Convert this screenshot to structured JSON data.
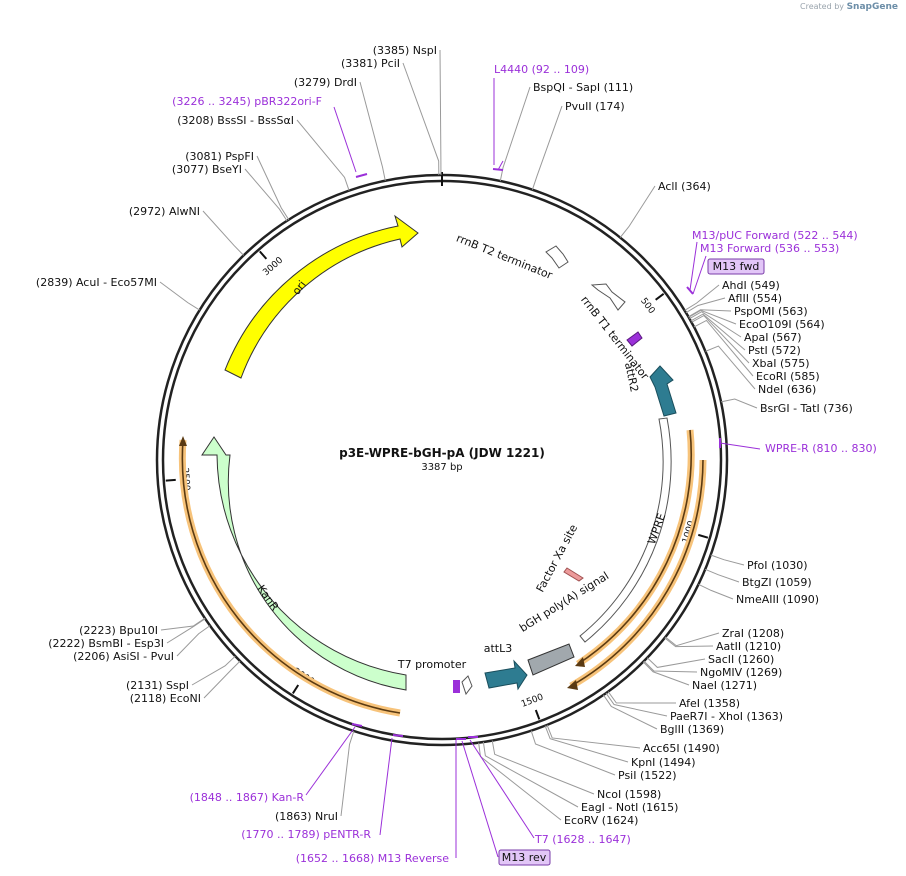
{
  "brand": {
    "prefix": "Created by",
    "name": "SnapGene"
  },
  "plasmid": {
    "name": "p3E-WPRE-bGH-pA (JDW 1221)",
    "size_label": "3387 bp",
    "length": 3387
  },
  "ticks": [
    {
      "pos": 500,
      "label": "500"
    },
    {
      "pos": 1000,
      "label": "1000"
    },
    {
      "pos": 1500,
      "label": "1500"
    },
    {
      "pos": 2000,
      "label": "2000"
    },
    {
      "pos": 2500,
      "label": "2500"
    },
    {
      "pos": 3000,
      "label": "3000"
    }
  ],
  "enzyme_labels": [
    {
      "id": "nspi",
      "pos": 3385,
      "text": "(3385)  NspI"
    },
    {
      "id": "pcii",
      "pos": 3381,
      "text": "(3381)  PciI"
    },
    {
      "id": "drdi",
      "pos": 3279,
      "text": "(3279)  DrdI"
    },
    {
      "id": "bsssi",
      "pos": 3208,
      "text": "(3208)  BssSI  - BssSαI"
    },
    {
      "id": "pspfi",
      "pos": 3081,
      "text": "(3081)  PspFI"
    },
    {
      "id": "bseyi",
      "pos": 3077,
      "text": "(3077)  BseYI"
    },
    {
      "id": "alwni",
      "pos": 2972,
      "text": "(2972)  AlwNI"
    },
    {
      "id": "acui",
      "pos": 2839,
      "text": "(2839)  AcuI  - Eco57MI"
    },
    {
      "id": "bspqi",
      "pos": 111,
      "text": "BspQI  - SapI   (111)"
    },
    {
      "id": "pvuii",
      "pos": 174,
      "text": "PvuII   (174)"
    },
    {
      "id": "acli",
      "pos": 364,
      "text": "AclI   (364)"
    },
    {
      "id": "ahdi",
      "pos": 549,
      "text": "AhdI   (549)"
    },
    {
      "id": "aflii",
      "pos": 554,
      "text": "AflII   (554)"
    },
    {
      "id": "pspomi",
      "pos": 563,
      "text": "PspOMI   (563)"
    },
    {
      "id": "eco0109i",
      "pos": 564,
      "text": "EcoO109I   (564)"
    },
    {
      "id": "apai",
      "pos": 567,
      "text": "ApaI   (567)"
    },
    {
      "id": "psti",
      "pos": 572,
      "text": "PstI   (572)"
    },
    {
      "id": "xbai",
      "pos": 575,
      "text": "XbaI   (575)"
    },
    {
      "id": "ecori",
      "pos": 585,
      "text": "EcoRI   (585)"
    },
    {
      "id": "ndei",
      "pos": 636,
      "text": "NdeI   (636)"
    },
    {
      "id": "bsrgi",
      "pos": 736,
      "text": "BsrGI  - TatI   (736)"
    },
    {
      "id": "pfoi",
      "pos": 1030,
      "text": "PfoI   (1030)"
    },
    {
      "id": "btgzi",
      "pos": 1059,
      "text": "BtgZI   (1059)"
    },
    {
      "id": "nmeaiii",
      "pos": 1090,
      "text": "NmeAIII   (1090)"
    },
    {
      "id": "zrai",
      "pos": 1208,
      "text": "ZraI   (1208)"
    },
    {
      "id": "aatii",
      "pos": 1210,
      "text": "AatII   (1210)"
    },
    {
      "id": "sacii",
      "pos": 1260,
      "text": "SacII   (1260)"
    },
    {
      "id": "ngomiv",
      "pos": 1269,
      "text": "NgoMIV   (1269)"
    },
    {
      "id": "naei",
      "pos": 1271,
      "text": "NaeI   (1271)"
    },
    {
      "id": "afei",
      "pos": 1358,
      "text": "AfeI   (1358)"
    },
    {
      "id": "paer7i",
      "pos": 1363,
      "text": "PaeR7I  - XhoI   (1363)"
    },
    {
      "id": "bglii",
      "pos": 1369,
      "text": "BglII   (1369)"
    },
    {
      "id": "acc65i",
      "pos": 1490,
      "text": "Acc65I   (1490)"
    },
    {
      "id": "kpni",
      "pos": 1494,
      "text": "KpnI   (1494)"
    },
    {
      "id": "psii",
      "pos": 1522,
      "text": "PsiI   (1522)"
    },
    {
      "id": "ncoi",
      "pos": 1598,
      "text": "NcoI   (1598)"
    },
    {
      "id": "eagi",
      "pos": 1615,
      "text": "EagI  - NotI   (1615)"
    },
    {
      "id": "ecorv",
      "pos": 1624,
      "text": "EcoRV   (1624)"
    },
    {
      "id": "bpu10i",
      "pos": 2223,
      "text": "(2223)  Bpu10I"
    },
    {
      "id": "bsmbi",
      "pos": 2222,
      "text": "(2222)  BsmBI  - Esp3I"
    },
    {
      "id": "asisi",
      "pos": 2206,
      "text": "(2206)  AsiSI  - PvuI"
    },
    {
      "id": "sspi",
      "pos": 2131,
      "text": "(2131)  SspI"
    },
    {
      "id": "econi",
      "pos": 2118,
      "text": "(2118)  EcoNI"
    },
    {
      "id": "nrui",
      "pos": 1863,
      "text": "(1863)  NruI"
    }
  ],
  "primer_labels": [
    {
      "id": "l4440",
      "text": "L4440    (92 .. 109)"
    },
    {
      "id": "m13puc",
      "text": "M13/pUC Forward    (522 .. 544)"
    },
    {
      "id": "m13fwd",
      "text": "M13 Forward    (536 .. 553)"
    },
    {
      "id": "m13fwd_box",
      "text": "M13 fwd"
    },
    {
      "id": "wprer",
      "text": "WPRE-R    (810 .. 830)"
    },
    {
      "id": "pbr322",
      "text": "(3226 .. 3245)  pBR322ori-F"
    },
    {
      "id": "kanr_p",
      "text": "(1848 .. 1867)  Kan-R"
    },
    {
      "id": "pentr",
      "text": "(1770 .. 1789)  pENTR-R"
    },
    {
      "id": "m13rev",
      "text": "(1652 .. 1668)  M13 Reverse"
    },
    {
      "id": "t7",
      "text": "T7    (1628 .. 1647)"
    },
    {
      "id": "m13rev_box",
      "text": "M13 rev"
    }
  ],
  "feature_labels": {
    "ori": "ori",
    "kanr": "KanR",
    "wpre": "WPRE",
    "rrnbt2": "rrnB T2 terminator",
    "rrnbt1": "rrnB T1 terminator",
    "attr2": "attR2",
    "attl3": "attL3",
    "bgh": "bGH poly(A) signal",
    "factorxa": "Factor Xa site",
    "t7promoter": "T7 promoter"
  },
  "colors": {
    "ori": "#ffff00",
    "kanr": "#ccffcc",
    "att": "#2e7c91",
    "bgh": "#a1a8ad",
    "primer": "#9b30d9",
    "promoter_tag": "#e2c6f7",
    "orange": "#f7c37a",
    "factorxa": "#ec9a9a"
  }
}
